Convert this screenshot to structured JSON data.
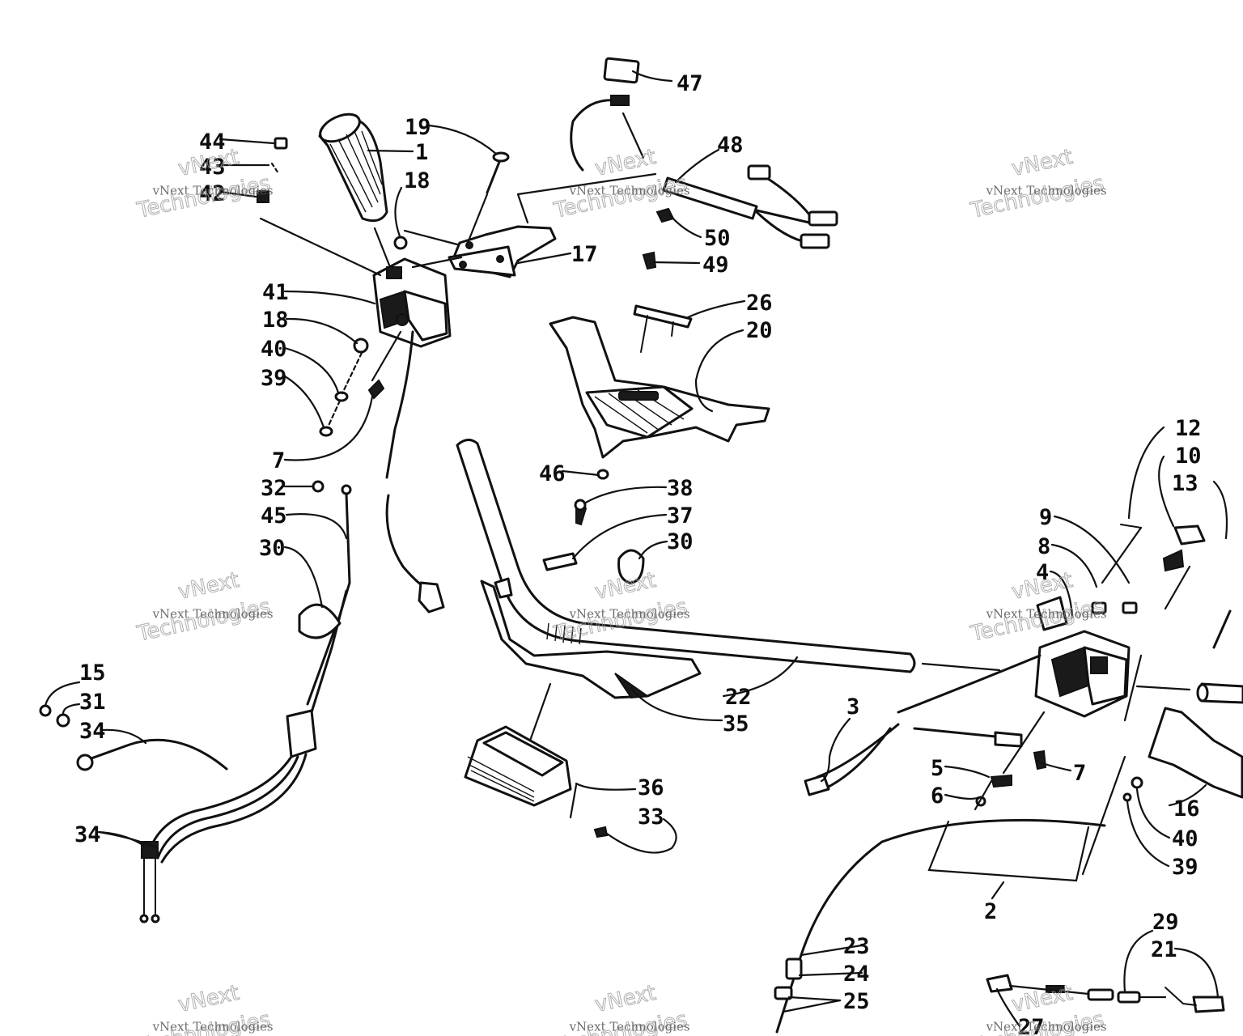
{
  "callouts": [
    {
      "id": "44",
      "label": "44"
    },
    {
      "id": "43",
      "label": "43"
    },
    {
      "id": "42",
      "label": "42"
    },
    {
      "id": "1",
      "label": "1"
    },
    {
      "id": "19",
      "label": "19"
    },
    {
      "id": "18a",
      "label": "18"
    },
    {
      "id": "47",
      "label": "47"
    },
    {
      "id": "48",
      "label": "48"
    },
    {
      "id": "50",
      "label": "50"
    },
    {
      "id": "49",
      "label": "49"
    },
    {
      "id": "17",
      "label": "17"
    },
    {
      "id": "41",
      "label": "41"
    },
    {
      "id": "18b",
      "label": "18"
    },
    {
      "id": "40a",
      "label": "40"
    },
    {
      "id": "39a",
      "label": "39"
    },
    {
      "id": "7a",
      "label": "7"
    },
    {
      "id": "26",
      "label": "26"
    },
    {
      "id": "20",
      "label": "20"
    },
    {
      "id": "46",
      "label": "46"
    },
    {
      "id": "32",
      "label": "32"
    },
    {
      "id": "45",
      "label": "45"
    },
    {
      "id": "30a",
      "label": "30"
    },
    {
      "id": "38",
      "label": "38"
    },
    {
      "id": "37",
      "label": "37"
    },
    {
      "id": "30b",
      "label": "30"
    },
    {
      "id": "15",
      "label": "15"
    },
    {
      "id": "31",
      "label": "31"
    },
    {
      "id": "34a",
      "label": "34"
    },
    {
      "id": "34b",
      "label": "34"
    },
    {
      "id": "22",
      "label": "22"
    },
    {
      "id": "35",
      "label": "35"
    },
    {
      "id": "36",
      "label": "36"
    },
    {
      "id": "33",
      "label": "33"
    },
    {
      "id": "3",
      "label": "3"
    },
    {
      "id": "12",
      "label": "12"
    },
    {
      "id": "10",
      "label": "10"
    },
    {
      "id": "13",
      "label": "13"
    },
    {
      "id": "9",
      "label": "9"
    },
    {
      "id": "8",
      "label": "8"
    },
    {
      "id": "4",
      "label": "4"
    },
    {
      "id": "5",
      "label": "5"
    },
    {
      "id": "6",
      "label": "6"
    },
    {
      "id": "7b",
      "label": "7"
    },
    {
      "id": "16",
      "label": "16"
    },
    {
      "id": "40b",
      "label": "40"
    },
    {
      "id": "39b",
      "label": "39"
    },
    {
      "id": "2",
      "label": "2"
    },
    {
      "id": "23",
      "label": "23"
    },
    {
      "id": "24",
      "label": "24"
    },
    {
      "id": "25",
      "label": "25"
    },
    {
      "id": "29",
      "label": "29"
    },
    {
      "id": "21",
      "label": "21"
    },
    {
      "id": "27",
      "label": "27"
    }
  ],
  "watermark": {
    "top_text": "vNext",
    "bottom_text": "Technologies",
    "caption": "vNext Technologies"
  }
}
